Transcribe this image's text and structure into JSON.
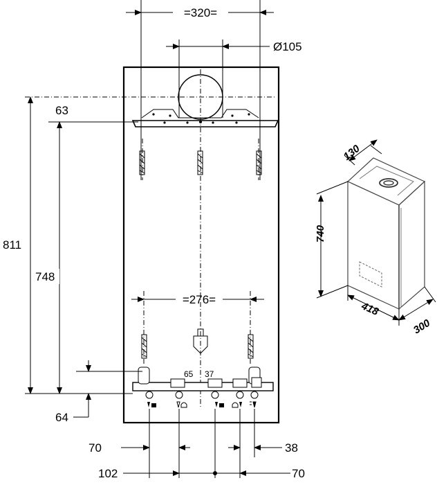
{
  "dimensions": {
    "flue_spacing": "=320=",
    "flue_diameter": "Ø105",
    "bracket_offset": "63",
    "height_total": "811",
    "height_bracket": "748",
    "bottom_offset": "64",
    "lower_spacing": "=276=",
    "pipe_gap_a": "65",
    "pipe_gap_b": "37",
    "bottom_left_a": "70",
    "bottom_right_a": "38",
    "bottom_left_b": "102",
    "bottom_right_b": "70"
  },
  "iso_view": {
    "depth_top": "130",
    "height": "740",
    "width": "418",
    "depth": "300"
  }
}
